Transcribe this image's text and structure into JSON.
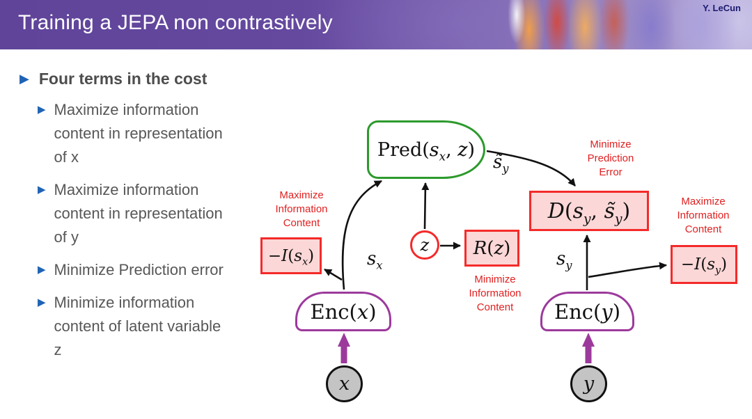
{
  "header": {
    "title": "Training a JEPA non contrastively",
    "author": "Y. LeCun"
  },
  "icons": {
    "bullet": "▶"
  },
  "bullets": {
    "heading": "Four terms in the cost",
    "items": [
      {
        "text": "Maximize information content in representation of x"
      },
      {
        "text": "Maximize information content in representation of y"
      },
      {
        "text": "Minimize Prediction error"
      },
      {
        "text": "Minimize information content of latent variable z"
      }
    ]
  },
  "diagram": {
    "pred": {
      "fn": "Pred(",
      "v1": "s",
      "sub1": "x",
      "comma": ", ",
      "v2": "z",
      "close": ")"
    },
    "enc_x": {
      "fn": "Enc(",
      "v": "x",
      "close": ")"
    },
    "enc_y": {
      "fn": "Enc(",
      "v": "y",
      "close": ")"
    },
    "d_box": {
      "v0": "D",
      "open": "(",
      "v1": "s",
      "sub1": "y",
      "comma": ", ",
      "v2": "s̃",
      "sub2": "y",
      "close": ")"
    },
    "r_box": {
      "v0": "R",
      "open": "(",
      "v1": "z",
      "close": ")"
    },
    "neg_i_sx": {
      "v0": "−I",
      "open": "(",
      "v1": "s",
      "sub1": "x",
      "close": ")"
    },
    "neg_i_sy": {
      "v0": "−I",
      "open": "(",
      "v1": "s",
      "sub1": "y",
      "close": ")"
    },
    "z_circle": {
      "label": "z"
    },
    "x_circle": {
      "label": "x"
    },
    "y_circle": {
      "label": "y"
    },
    "labels": {
      "s_x": {
        "v": "s",
        "sub": "x"
      },
      "s_y": {
        "v": "s",
        "sub": "y"
      },
      "s_tilde_y": {
        "v": "s̃",
        "sub": "y"
      }
    },
    "annotations": {
      "maximize_left": "Maximize Information Content",
      "minimize_pred": "Minimize Prediction Error",
      "maximize_right": "Maximize Information Content",
      "minimize_info": "Minimize Information Content"
    },
    "colors": {
      "pred_border": "#2c9a2c",
      "enc_border": "#9c3a9c",
      "cost_border": "#f42a2a",
      "cost_fill": "#fcd7d7",
      "annotation_text": "#e02020",
      "arrow_purple": "#9c3a9c"
    }
  }
}
